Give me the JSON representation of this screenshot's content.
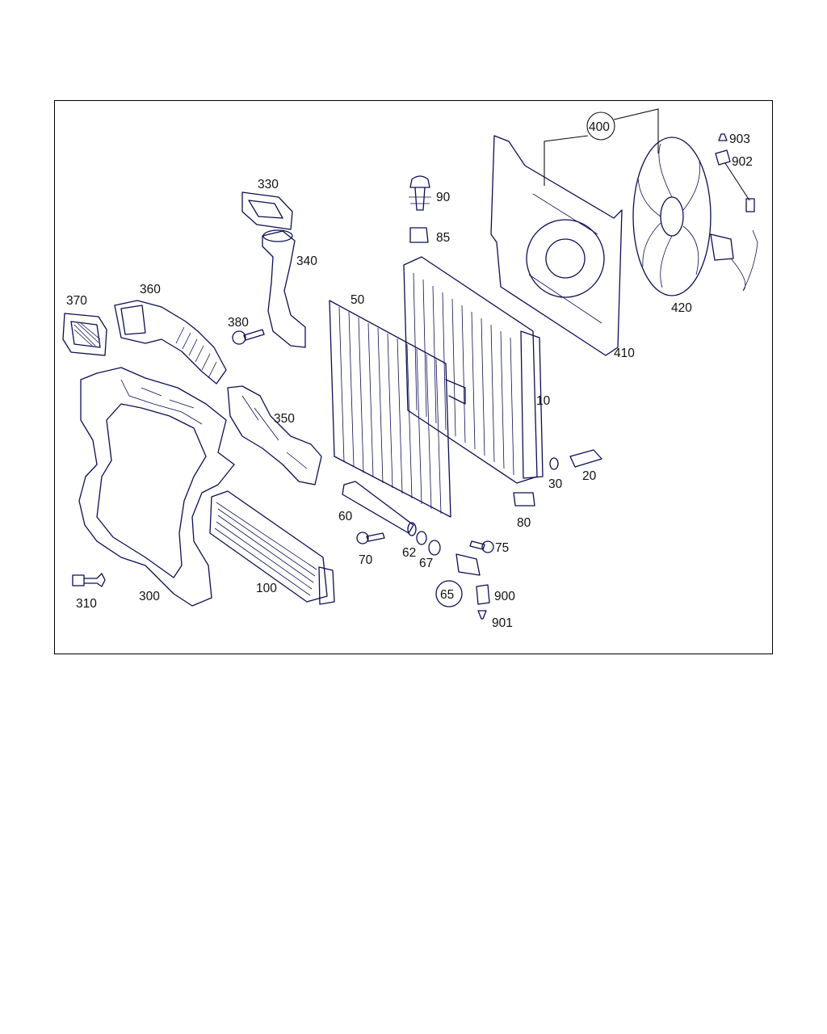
{
  "diagram": {
    "part_numbers": {
      "p10": "10",
      "p20": "20",
      "p30": "30",
      "p50": "50",
      "p60": "60",
      "p62": "62",
      "p65": "65",
      "p67": "67",
      "p70": "70",
      "p75": "75",
      "p80": "80",
      "p85": "85",
      "p90": "90",
      "p100": "100",
      "p300": "300",
      "p310": "310",
      "p330": "330",
      "p340": "340",
      "p350": "350",
      "p360": "360",
      "p370": "370",
      "p380": "380",
      "p400": "400",
      "p410": "410",
      "p420": "420",
      "p900": "900",
      "p901": "901",
      "p902": "902",
      "p903": "903"
    },
    "colors": {
      "line": "#0d0d55",
      "label": "#111111",
      "frame": "#000000"
    }
  }
}
